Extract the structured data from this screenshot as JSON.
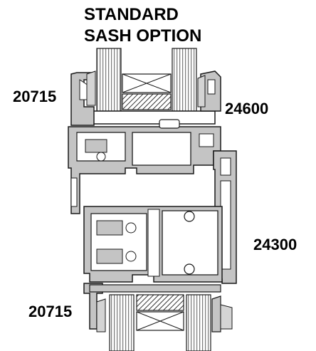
{
  "title": {
    "line1": "STANDARD",
    "line2": "SASH OPTION"
  },
  "labels": {
    "upper_left": "20715",
    "upper_right": "24600",
    "right": "24300",
    "lower_left": "20715"
  },
  "colors": {
    "aluminium": "#c4c4c4",
    "outline": "#1a1a1a",
    "glass_stripe": "#9a9a9a",
    "seal": "#d4d4d4",
    "background": "#ffffff"
  }
}
